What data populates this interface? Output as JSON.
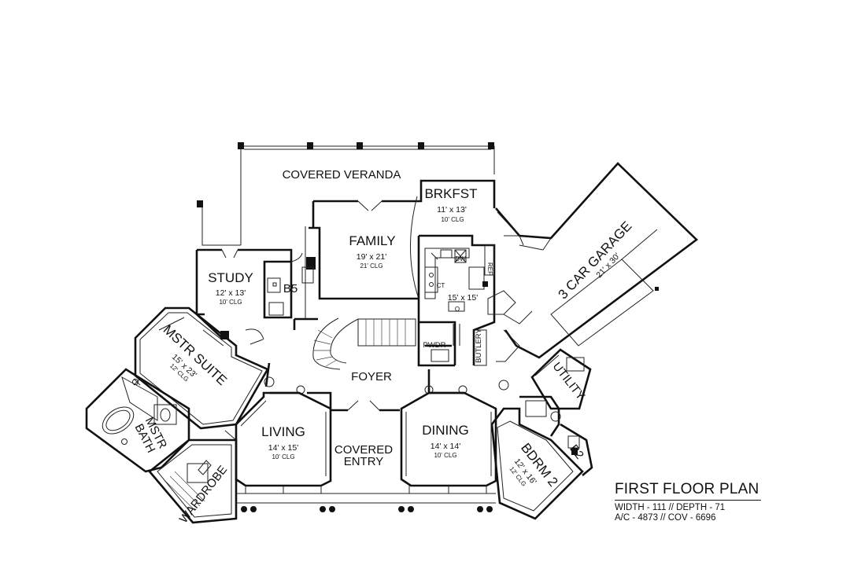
{
  "rooms": {
    "veranda": {
      "name": "COVERED VERANDA"
    },
    "brkfst": {
      "name": "BRKFST",
      "size": "11' x 13'",
      "ceiling": "10' CLG"
    },
    "family": {
      "name": "FAMILY",
      "size": "19' x 21'",
      "ceiling": "21' CLG"
    },
    "study": {
      "name": "STUDY",
      "size": "12' x 13'",
      "ceiling": "10' CLG"
    },
    "b5": {
      "name": "B5"
    },
    "kitchen": {
      "size": "15' x 15'",
      "dw": "DW",
      "ct": "CT",
      "ref": "REF",
      "o": "O"
    },
    "garage": {
      "name": "3 CAR GARAGE",
      "size": "21' x 30'"
    },
    "mstr_suite": {
      "name": "MSTR SUITE",
      "size": "15' x 23'",
      "ceiling": "12' CLG"
    },
    "pwdr": {
      "name": "PWDR"
    },
    "butlery": {
      "name": "BUTLERY"
    },
    "foyer": {
      "name": "FOYER"
    },
    "utility": {
      "name": "UTILITY"
    },
    "mstr_bath": {
      "name_line1": "MSTR",
      "name_line2": "BATH"
    },
    "living": {
      "name": "LIVING",
      "size": "14' x 15'",
      "ceiling": "10' CLG"
    },
    "covered_entry": {
      "name_line1": "COVERED",
      "name_line2": "ENTRY"
    },
    "dining": {
      "name": "DINING",
      "size": "14' x 14'",
      "ceiling": "10' CLG"
    },
    "b2": {
      "name": "B2"
    },
    "bdrm2": {
      "name": "BDRM 2",
      "size": "12' x 16'",
      "ceiling": "12' CLG"
    },
    "wardrobe": {
      "name": "WARDROBE"
    }
  },
  "plan_info": {
    "title": "FIRST FLOOR PLAN",
    "line1": "WIDTH - 111 // DEPTH - 71",
    "line2": "A/C - 4873 // COV - 6696"
  }
}
